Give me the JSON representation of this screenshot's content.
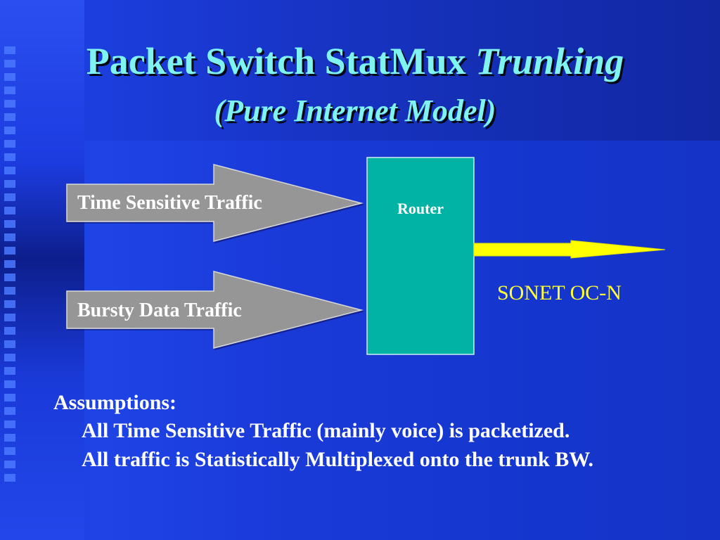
{
  "title": {
    "main": "Packet Switch StatMux",
    "main_italic": "Trunking",
    "subtitle": "(Pure Internet Model)"
  },
  "diagram": {
    "inputs": [
      {
        "label": "Time Sensitive Traffic"
      },
      {
        "label": "Bursty Data Traffic"
      }
    ],
    "router_label": "Router",
    "output_label": "SONET OC-N"
  },
  "assumptions": {
    "heading": "Assumptions:",
    "lines": [
      "All Time Sensitive Traffic (mainly voice) is packetized.",
      "All traffic is Statistically Multiplexed onto the trunk BW."
    ]
  },
  "colors": {
    "title": "#7ff3ef",
    "router_fill": "#00b3a4",
    "arrow_fill": "#969696",
    "output_arrow": "#ffff00",
    "output_text": "#ffff33"
  }
}
